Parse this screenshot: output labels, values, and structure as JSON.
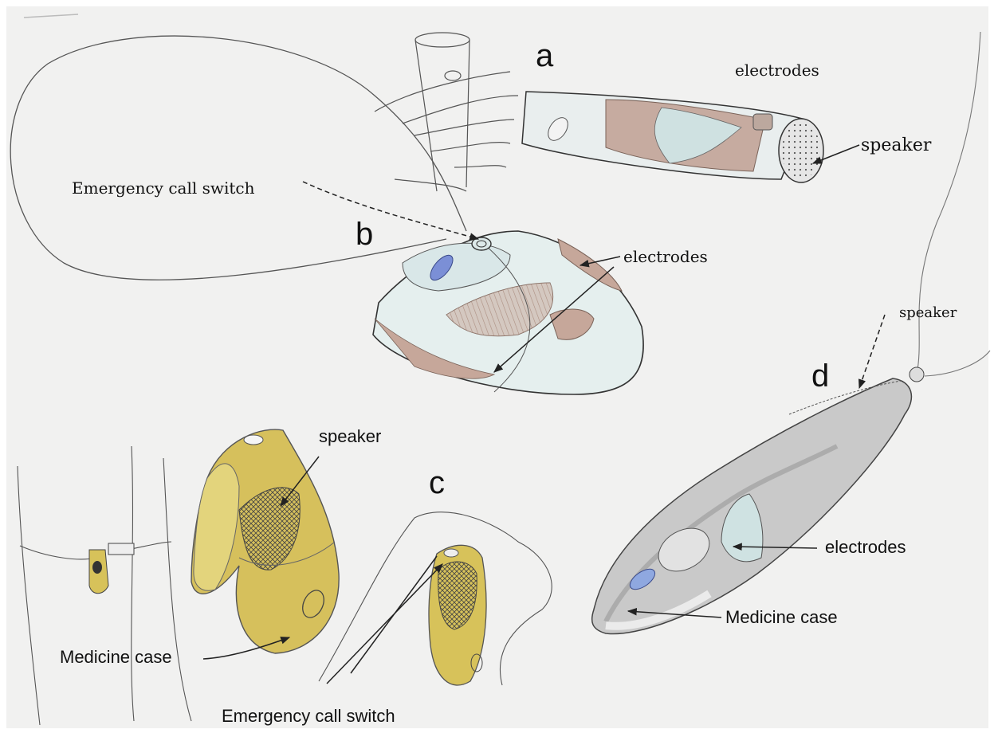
{
  "figure": {
    "panel_letters": {
      "a": "a",
      "b": "b",
      "c": "c",
      "d": "d"
    },
    "labels": {
      "a_electrodes": "electrodes",
      "a_speaker": "speaker",
      "b_emergency_switch": "Emergency call switch",
      "b_electrodes": "electrodes",
      "c_speaker": "speaker",
      "c_medicine_case": "Medicine case",
      "c_emergency_switch": "Emergency call switch",
      "d_speaker": "speaker",
      "d_electrodes": "electrodes",
      "d_medicine_case": "Medicine case"
    },
    "colors": {
      "paper": "#f1f1f0",
      "pencil": "#4a4a4a",
      "pale_blue": "#d6e6e6",
      "brown": "#b89c8c",
      "yellow": "#d7c25a",
      "button_blue": "#7b8fd6",
      "silver": "#c8c8c8"
    }
  }
}
